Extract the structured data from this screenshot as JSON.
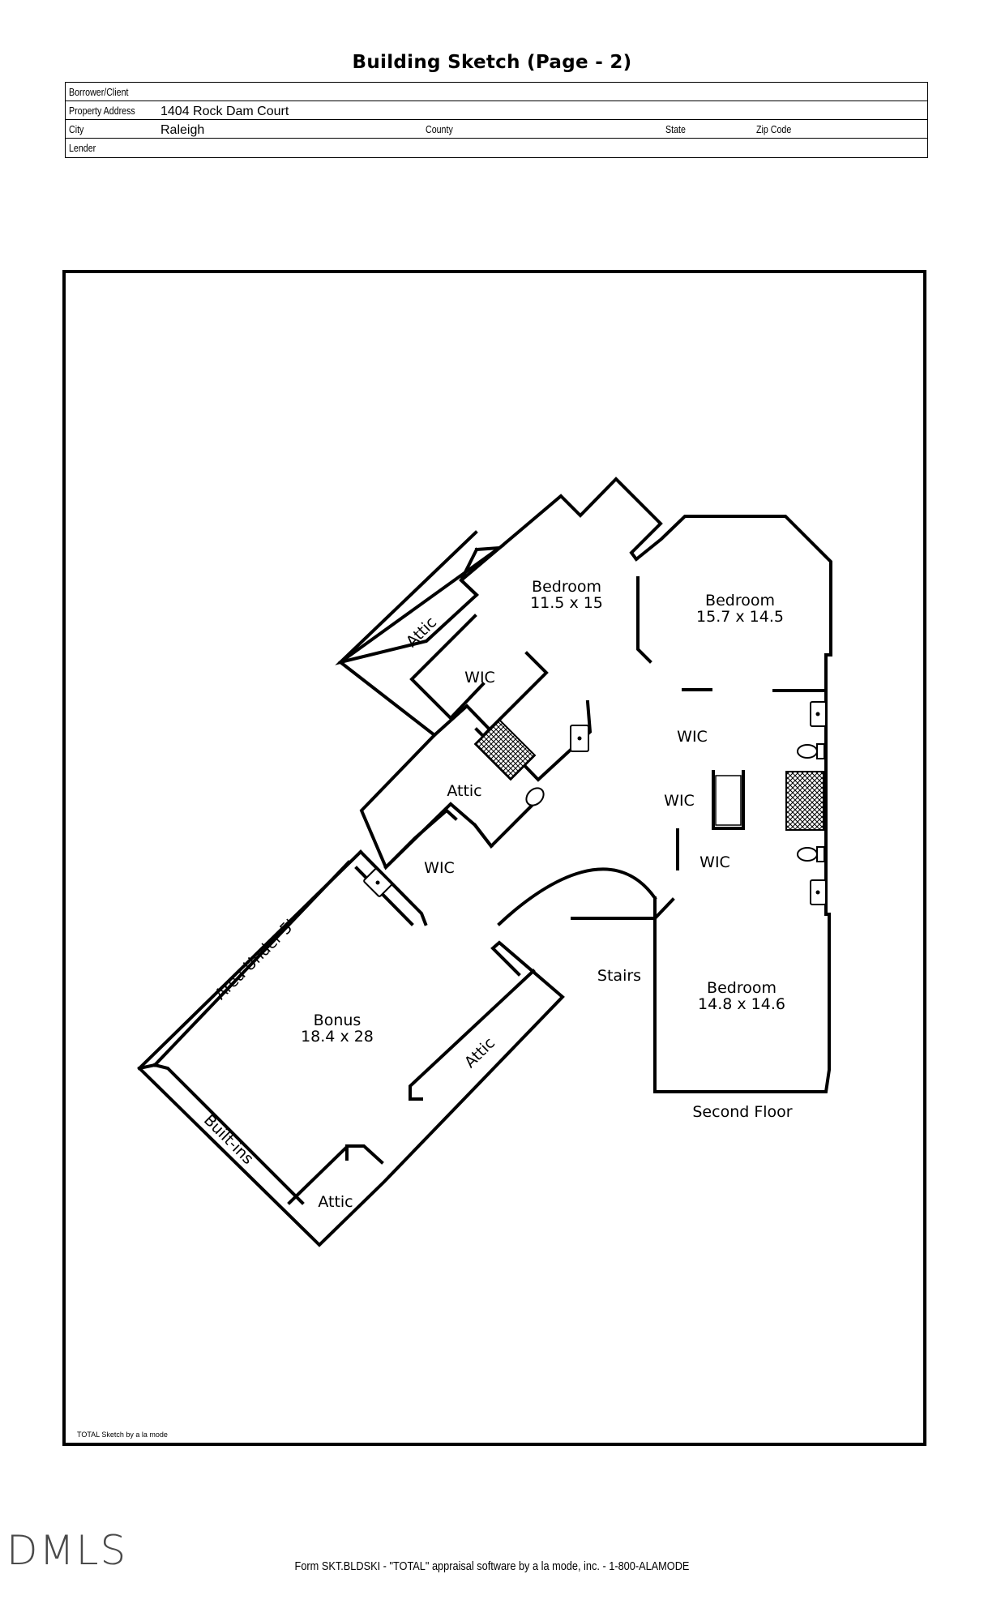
{
  "page": {
    "title": "Building Sketch (Page - 2)",
    "footer": "Form SKT.BLDSKI - \"TOTAL\" appraisal software by a la mode, inc. - 1-800-ALAMODE",
    "logo": "DMLS"
  },
  "header": {
    "borrower_label": "Borrower/Client",
    "borrower_value": "",
    "address_label": "Property Address",
    "address_value": "1404 Rock Dam Court",
    "city_label": "City",
    "city_value": "Raleigh",
    "county_label": "County",
    "county_value": "",
    "state_label": "State",
    "state_value": "",
    "zip_label": "Zip Code",
    "zip_value": "",
    "lender_label": "Lender",
    "lender_value": ""
  },
  "sketch": {
    "credit": "TOTAL Sketch by a la mode",
    "floor_label": "Second Floor",
    "rooms": {
      "bedroom1_name": "Bedroom",
      "bedroom1_dims": "11.5 x 15",
      "bedroom2_name": "Bedroom",
      "bedroom2_dims": "15.7 x 14.5",
      "bedroom3_name": "Bedroom",
      "bedroom3_dims": "14.8 x 14.6",
      "bonus_name": "Bonus",
      "bonus_dims": "18.4 x 28",
      "stairs": "Stairs",
      "attic_top": "Attic",
      "attic_mid": "Attic",
      "attic_right": "Attic",
      "attic_bottom": "Attic",
      "wic_top": "WIC",
      "wic_mid": "WIC",
      "wic_right1": "WIC",
      "wic_right2": "WIC",
      "wic_right3": "WIC",
      "area_under": "Area Under 5'",
      "built_ins": "Built-ins"
    }
  }
}
